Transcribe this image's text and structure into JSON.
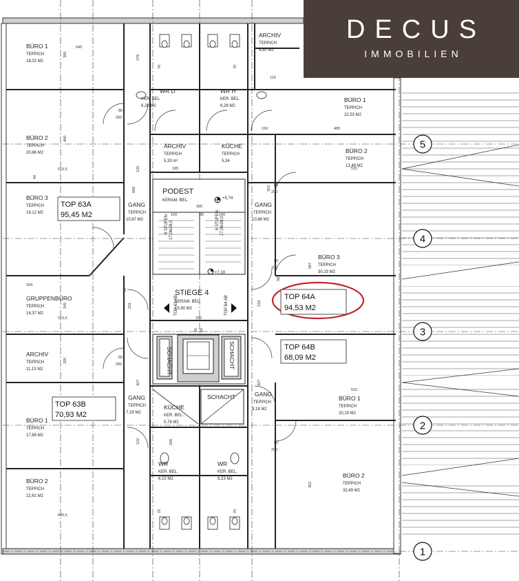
{
  "logo": {
    "name": "DECUS",
    "tagline": "IMMOBILIEN"
  },
  "units": [
    {
      "name": "TOP 63A",
      "area": "95,45 M2"
    },
    {
      "name": "TOP 64A",
      "area": "94,53 M2"
    },
    {
      "name": "TOP 64B",
      "area": "68,09 M2"
    },
    {
      "name": "TOP 63B",
      "area": "70,93 M2"
    }
  ],
  "rooms": [
    {
      "id": "buero1-nw",
      "name": "BÜRO 1",
      "floor": "TEPPICH",
      "area": "18,02 M2"
    },
    {
      "id": "buero2-w",
      "name": "BÜRO 2",
      "floor": "TEPPICH",
      "area": "20,66 M2"
    },
    {
      "id": "buero3-w",
      "name": "BÜRO 3",
      "floor": "TEPPICH",
      "area": "19,12 M2"
    },
    {
      "id": "gruppenbuero",
      "name": "GRUPPENBÜRO",
      "floor": "TEPPICH",
      "area": "14,37 M2"
    },
    {
      "id": "archiv-w",
      "name": "ARCHIV",
      "floor": "TEPPICH",
      "area": "11,13 M2"
    },
    {
      "id": "buero1-sw",
      "name": "BÜRO 1",
      "floor": "TEPPICH",
      "area": "17,89 M2"
    },
    {
      "id": "buero2-sw",
      "name": "BÜRO 2",
      "floor": "TEPPICH",
      "area": "22,61 M2"
    },
    {
      "id": "gang-63a",
      "name": "GANG",
      "floor": "TEPPICH",
      "area": "10,67 M2"
    },
    {
      "id": "gang-63b",
      "name": "GANG",
      "floor": "TEPPICH",
      "area": "7,29 M2"
    },
    {
      "id": "archiv-n",
      "name": "ARCHIV",
      "floor": "TEPPICH",
      "area": "6,80 M2"
    },
    {
      "id": "wc-d",
      "name": "WR D",
      "floor": "KER. BEL.",
      "area": "6,28 M2"
    },
    {
      "id": "wc-h",
      "name": "WR H",
      "floor": "KER. BEL.",
      "area": "6,28 M2"
    },
    {
      "id": "archiv-c",
      "name": "ARCHIV",
      "floor": "TEPPICH",
      "area": "5,33 m²"
    },
    {
      "id": "kueche-n",
      "name": "KÜCHE",
      "floor": "TEPPICH",
      "area": "5,34"
    },
    {
      "id": "podest",
      "name": "PODEST",
      "floor": "KERAM. BEL.",
      "area": ""
    },
    {
      "id": "stiege4",
      "name": "STIEGE 4",
      "floor": "KERAM. BEL.",
      "area": "15,90 M2"
    },
    {
      "id": "gang-64a",
      "name": "GANG",
      "floor": "TEPPICH",
      "area": "10,86 M2"
    },
    {
      "id": "gang-64b",
      "name": "GANG",
      "floor": "TEPPICH",
      "area": "9,18 M2"
    },
    {
      "id": "kueche-s",
      "name": "KÜCHE",
      "floor": "KER. BEL.",
      "area": "5,78 M2"
    },
    {
      "id": "wc-sw",
      "name": "WR",
      "floor": "KER. BEL.",
      "area": "6,23 M2"
    },
    {
      "id": "wc-se",
      "name": "WR",
      "floor": "KER. BEL.",
      "area": "6,23 M2"
    },
    {
      "id": "buero1-ne",
      "name": "BÜRO 1",
      "floor": "TEPPICH",
      "area": "22,53 M2"
    },
    {
      "id": "buero2-ne",
      "name": "BÜRO 2",
      "floor": "TEPPICH",
      "area": "13,49 M2"
    },
    {
      "id": "buero3-e",
      "name": "BÜRO 3",
      "floor": "TEPPICH",
      "area": "30,23 M2"
    },
    {
      "id": "buero1-se",
      "name": "BÜRO 1",
      "floor": "TEPPICH",
      "area": "20,19 M2"
    },
    {
      "id": "buero2-se",
      "name": "BÜRO 2",
      "floor": "TEPPICH",
      "area": "32,49 M2"
    }
  ],
  "labels": {
    "schacht": "SCHACHT",
    "stairs_left": "9 STUFEN\n17,06/28,0",
    "stairs_left_a": "9 STUFEN",
    "stairs_left_b": "17,06/28,0",
    "stairs_right_a": "6 STUFEN",
    "stairs_right_b": "17,06/28,0",
    "level_top": "+5,74",
    "level_mid": "+7,10",
    "top63ab": "TOP 63 AB",
    "top64ab": "TOP 64 AB"
  },
  "axes": [
    "5",
    "4",
    "3",
    "2",
    "1"
  ],
  "dims": {
    "d645": "645",
    "d300": "300",
    "d400": "400",
    "d5165": "516,5",
    "d160": "160",
    "d294": "294",
    "d9155": "915,5",
    "d205": "205",
    "d8455": "845,5",
    "d80": "80",
    "d200": "200",
    "d70": "70",
    "d185": "185",
    "d395": "395",
    "d35": "35",
    "d150": "150",
    "d485": "485",
    "d515": "515",
    "d587": "587",
    "d352": "352",
    "d582": "582",
    "d427": "427",
    "d122": "122",
    "d276": "276",
    "d125": "125",
    "d218": "218",
    "d231": "231",
    "d245": "245",
    "d666": "666",
    "d206": "206",
    "d110": "110",
    "d90": "90",
    "d40": "40",
    "d65": "65",
    "d60": "60"
  }
}
